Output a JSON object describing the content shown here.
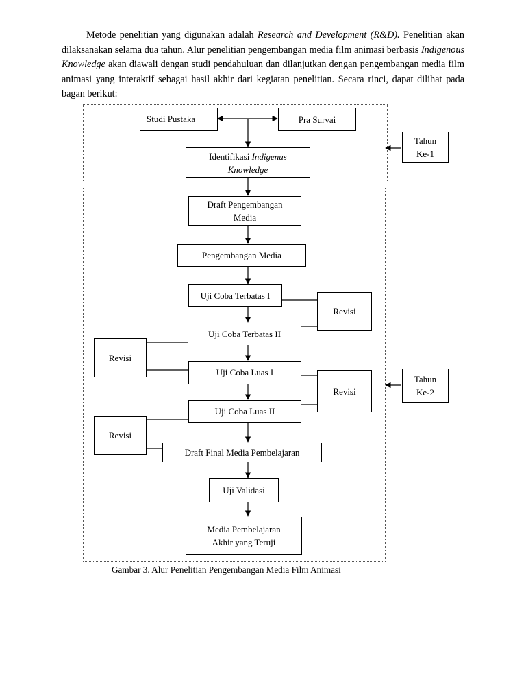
{
  "paragraph": {
    "t1": "Metode penelitian yang digunakan adalah ",
    "t2": "Research and Development (R&D).",
    "t3": " Penelitian akan dilaksanakan selama dua tahun. Alur penelitian pengembangan media film animasi berbasis ",
    "t4": "Indigenous Knowledge",
    "t5": " akan diawali dengan studi pendahuluan dan dilanjutkan dengan pengembangan media film animasi yang interaktif sebagai hasil akhir dari kegiatan penelitian. Secara rinci, dapat dilihat pada bagan berikut:"
  },
  "diagram": {
    "studi_pustaka": "Studi Pustaka",
    "pra_survai": "Pra Survai",
    "identifikasi_a": "Identifikasi ",
    "identifikasi_b": "Indigenus",
    "identifikasi_c": "Knowledge",
    "tahun1_a": "Tahun",
    "tahun1_b": "Ke-1",
    "draft_a": "Draft Pengembangan",
    "draft_b": "Media",
    "pengembangan_media": "Pengembangan Media",
    "uji_terbatas_1": "Uji Coba Terbatas I",
    "revisi_1": "Revisi",
    "uji_terbatas_2": "Uji Coba  Terbatas II",
    "revisi_2": "Revisi",
    "uji_luas_1": "Uji Coba  Luas I",
    "revisi_3": "Revisi",
    "tahun2_a": "Tahun",
    "tahun2_b": "Ke-2",
    "uji_luas_2": "Uji Coba  Luas II",
    "revisi_4": "Revisi",
    "draft_final": "Draft Final Media Pembelajaran",
    "uji_validasi": "Uji Validasi",
    "media_akhir_a": "Media  Pembelajaran",
    "media_akhir_b": "Akhir yang Teruji"
  },
  "caption": "Gambar 3. Alur Penelitian Pengembangan Media Film Animasi"
}
